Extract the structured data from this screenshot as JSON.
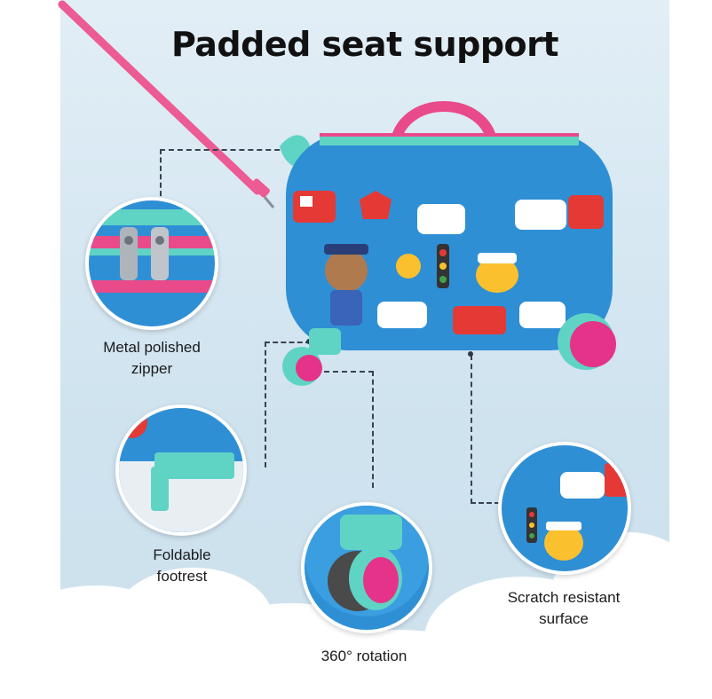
{
  "title": "Padded seat support",
  "features": {
    "zipper": {
      "line1": "Metal polished",
      "line2": "zipper"
    },
    "footrest": {
      "line1": "Foldable",
      "line2": "footrest"
    },
    "rotation": {
      "line1": "360° rotation"
    },
    "surface": {
      "line1": "Scratch resistant",
      "line2": "surface"
    }
  },
  "colors": {
    "case_blue": "#2f8fd4",
    "handle_pink": "#e94a8a",
    "wheel_pink": "#e5338a",
    "wheel_mint": "#5fd4c5",
    "background": "#d8e8f2"
  }
}
